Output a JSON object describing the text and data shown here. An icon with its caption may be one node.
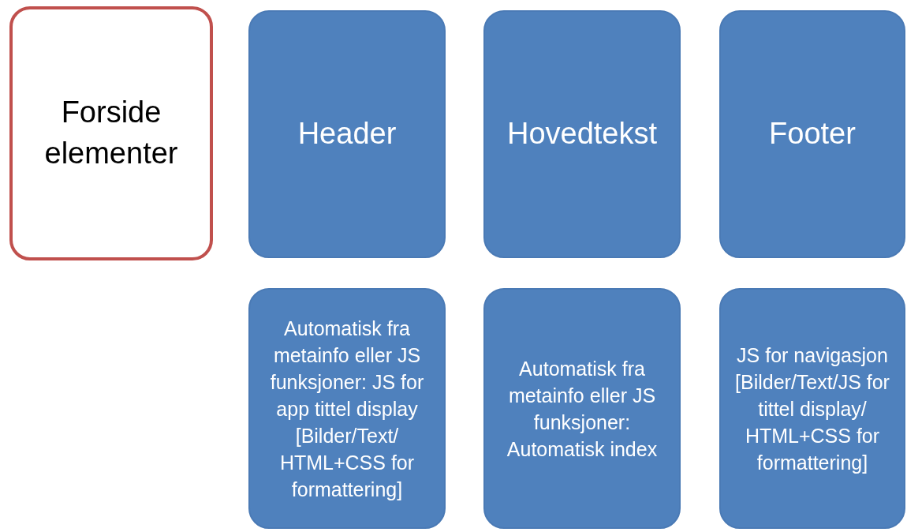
{
  "diagram": {
    "nodes": [
      {
        "text": [
          "Forside elementer"
        ]
      },
      {
        "text": [
          "Header"
        ]
      },
      {
        "text": [
          "Hovedtekst"
        ]
      },
      {
        "text": [
          "Footer"
        ]
      },
      {
        "text": [
          "Automatisk fra metainfo eller JS funksjoner: JS for app tittel display [Bilder/Text/ HTML+CSS for formattering]"
        ]
      },
      {
        "text": [
          "Automatisk fra metainfo eller JS funksjoner: Automatisk index"
        ]
      },
      {
        "text": [
          "JS for navigasjon [Bilder/Text/JS for tittel display/ HTML+CSS for formattering]"
        ]
      }
    ]
  }
}
